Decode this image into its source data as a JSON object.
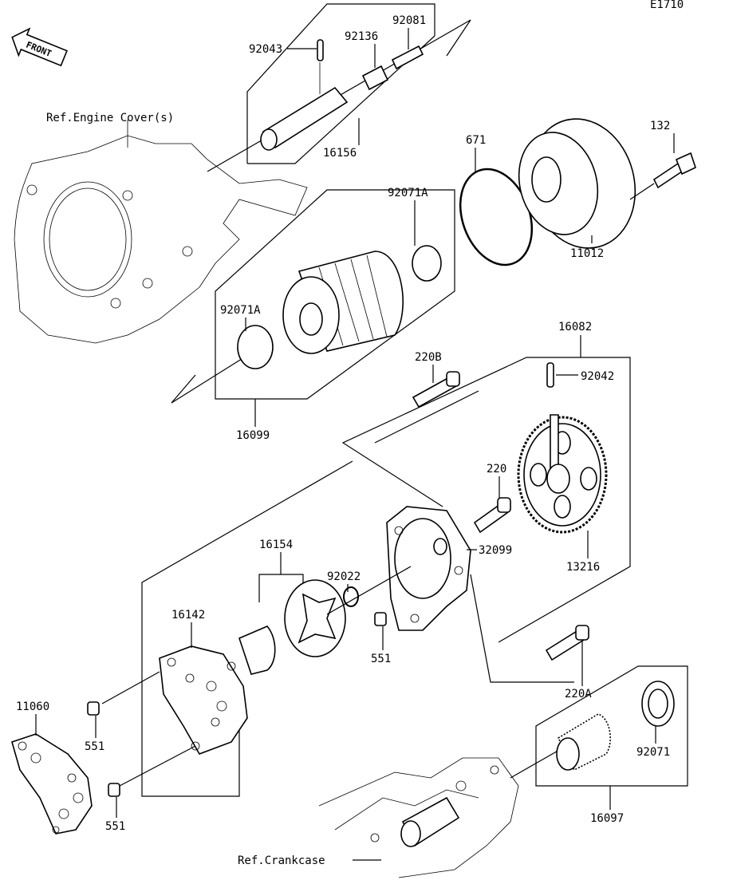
{
  "diagram_code": "E1710",
  "front_label": "FRONT",
  "references": {
    "engine_cover": "Ref.Engine Cover(s)",
    "crankcase": "Ref.Crankcase"
  },
  "parts": [
    {
      "id": "p92043",
      "label": "92043"
    },
    {
      "id": "p92136",
      "label": "92136"
    },
    {
      "id": "p92081",
      "label": "92081"
    },
    {
      "id": "p16156",
      "label": "16156"
    },
    {
      "id": "p671",
      "label": "671"
    },
    {
      "id": "p132",
      "label": "132"
    },
    {
      "id": "p11012",
      "label": "11012"
    },
    {
      "id": "p92071A_a",
      "label": "92071A"
    },
    {
      "id": "p92071A_b",
      "label": "92071A"
    },
    {
      "id": "p16099",
      "label": "16099"
    },
    {
      "id": "p16082",
      "label": "16082"
    },
    {
      "id": "p220B",
      "label": "220B"
    },
    {
      "id": "p92042",
      "label": "92042"
    },
    {
      "id": "p220",
      "label": "220"
    },
    {
      "id": "p16154",
      "label": "16154"
    },
    {
      "id": "p92022",
      "label": "92022"
    },
    {
      "id": "p32099",
      "label": "32099"
    },
    {
      "id": "p13216",
      "label": "13216"
    },
    {
      "id": "p16142",
      "label": "16142"
    },
    {
      "id": "p551_a",
      "label": "551"
    },
    {
      "id": "p220A",
      "label": "220A"
    },
    {
      "id": "p11060",
      "label": "11060"
    },
    {
      "id": "p551_b",
      "label": "551"
    },
    {
      "id": "p92071",
      "label": "92071"
    },
    {
      "id": "p551_c",
      "label": "551"
    },
    {
      "id": "p16097",
      "label": "16097"
    }
  ]
}
